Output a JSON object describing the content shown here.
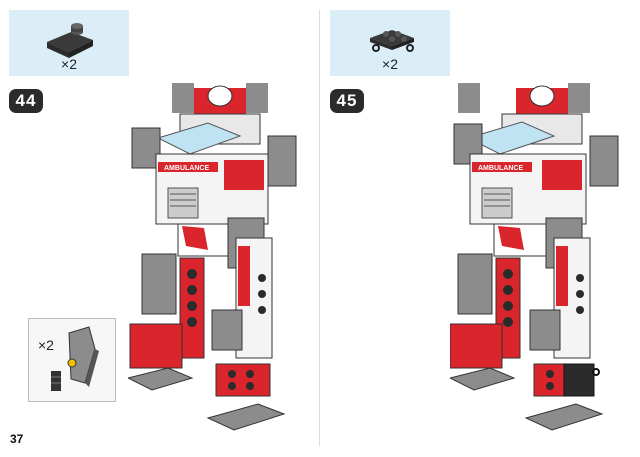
{
  "page_number": "37",
  "steps": [
    {
      "number": "44",
      "parts_quantity": "×2",
      "part_icon": "sloped-plate-icon"
    },
    {
      "number": "45",
      "parts_quantity": "×2",
      "part_icon": "plate-with-clips-icon"
    }
  ],
  "subassembly": {
    "quantity": "×2",
    "part_icon": "sloped-brick-subassembly-icon"
  },
  "decals": {
    "vehicle_label": "AMBULANCE"
  },
  "colors": {
    "parts_bg": "#dbeef7",
    "red": "#d9252b",
    "grey": "#8c8c8c",
    "dark": "#2b2b2b"
  }
}
